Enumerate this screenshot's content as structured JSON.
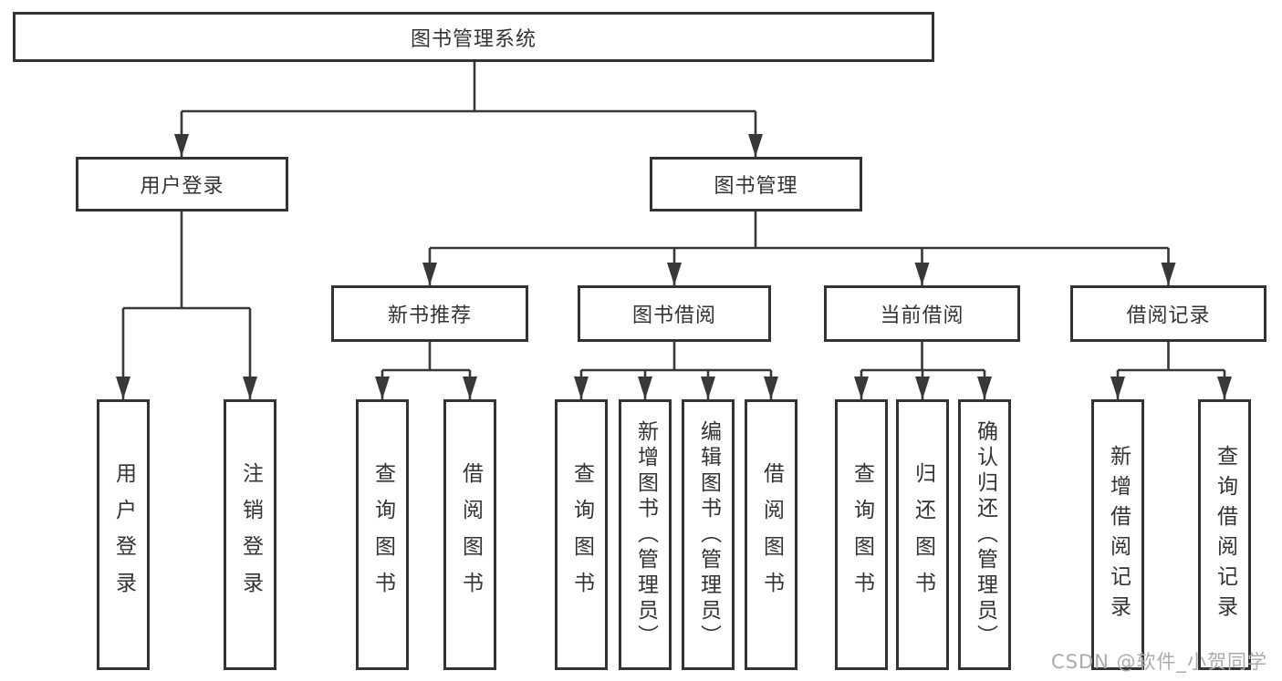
{
  "watermark": "CSDN @软件_小贺同学",
  "diagram": {
    "root": {
      "id": "library-management-system",
      "label": "图书管理系统"
    },
    "branches": [
      {
        "id": "user-login",
        "label": "用户登录",
        "leaves": [
          {
            "id": "user-login-action",
            "label": "用户登录"
          },
          {
            "id": "logout-action",
            "label": "注销登录"
          }
        ]
      },
      {
        "id": "book-management",
        "label": "图书管理",
        "groups": [
          {
            "id": "new-book-recommendation",
            "label": "新书推荐",
            "leaves": [
              {
                "id": "query-books",
                "label": "查询图书"
              },
              {
                "id": "borrow-books",
                "label": "借阅图书"
              }
            ]
          },
          {
            "id": "book-borrowing",
            "label": "图书借阅",
            "leaves": [
              {
                "id": "query-books",
                "label": "查询图书"
              },
              {
                "id": "add-books-admin",
                "label": "新增图书（管理员）"
              },
              {
                "id": "edit-books-admin",
                "label": "编辑图书（管理员）"
              },
              {
                "id": "borrow-books",
                "label": "借阅图书"
              }
            ]
          },
          {
            "id": "current-borrowing",
            "label": "当前借阅",
            "leaves": [
              {
                "id": "query-books",
                "label": "查询图书"
              },
              {
                "id": "return-books",
                "label": "归还图书"
              },
              {
                "id": "confirm-return-admin",
                "label": "确认归还（管理员）"
              }
            ]
          },
          {
            "id": "borrowing-records",
            "label": "借阅记录",
            "leaves": [
              {
                "id": "add-borrow-record",
                "label": "新增借阅记录"
              },
              {
                "id": "query-borrow-record",
                "label": "查询借阅记录"
              }
            ]
          }
        ]
      }
    ]
  }
}
